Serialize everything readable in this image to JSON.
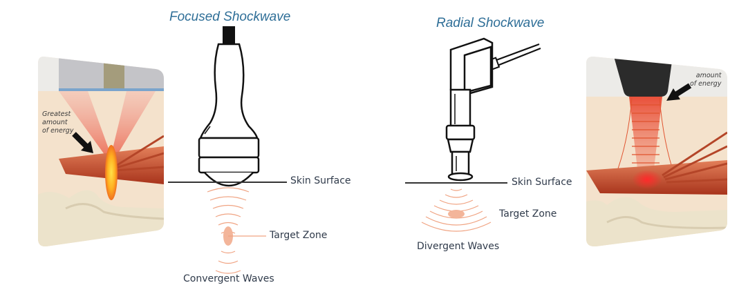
{
  "focused": {
    "title": "Focused Shockwave",
    "skin_label": "Skin Surface",
    "target_label": "Target Zone",
    "waves_label": "Convergent Waves",
    "panel_note_lines": [
      "Greatest",
      "amount",
      "of energy"
    ]
  },
  "radial": {
    "title": "Radial Shockwave",
    "skin_label": "Skin Surface",
    "target_label": "Target Zone",
    "waves_label": "Divergent Waves",
    "panel_note_lines": [
      "amount",
      "of energy"
    ]
  },
  "colors": {
    "title_blue": "#2e6e97",
    "label_text": "#2f3a4a",
    "wave_orange": "#f0a382",
    "target_fill": "#f3b59a",
    "skin_tone": "#f5e3cf",
    "muscle": "#c4502e",
    "bone": "#eee4cc",
    "device_dark": "#2b2b2b"
  }
}
